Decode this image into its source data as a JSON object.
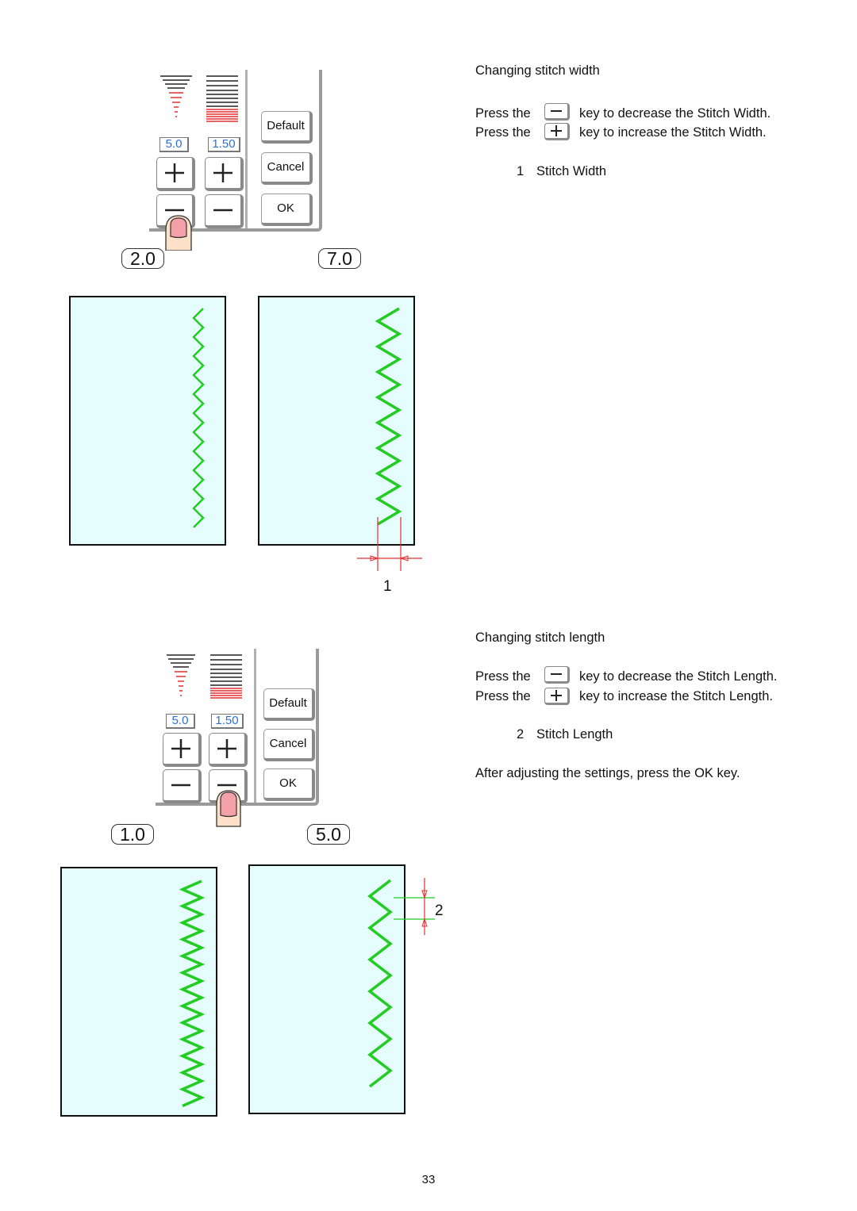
{
  "section_width": {
    "heading": "Changing stitch width",
    "line1_prefix": "Press the",
    "line1_suffix": "key to decrease the Stitch Width.",
    "line2_prefix": "Press the",
    "line2_suffix": "key to increase the Stitch Width.",
    "legend_num": "1",
    "legend_label": "Stitch Width",
    "panel": {
      "width_value": "5.0",
      "length_value": "1.50",
      "default_label": "Default",
      "cancel_label": "Cancel",
      "ok_label": "OK"
    },
    "badge_left": "2.0",
    "badge_right": "7.0",
    "callout": "1"
  },
  "section_length": {
    "heading": "Changing stitch length",
    "line1_prefix": "Press the",
    "line1_suffix": "key to decrease the Stitch Length.",
    "line2_prefix": "Press the",
    "line2_suffix": "key to increase the Stitch Length.",
    "legend_num": "2",
    "legend_label": "Stitch Length",
    "after": "After adjusting the settings, press the OK key.",
    "panel": {
      "width_value": "5.0",
      "length_value": "1.50",
      "default_label": "Default",
      "cancel_label": "Cancel",
      "ok_label": "OK"
    },
    "badge_left": "1.0",
    "badge_right": "5.0",
    "callout": "2"
  },
  "page_number": "33",
  "colors": {
    "stitch": "#22cc22",
    "fabric": "#e6fdfd",
    "value_text": "#2e6fd6",
    "dimension": "#e03030",
    "finger": "#f4a0a8"
  },
  "icons": [
    "plus-key-icon",
    "minus-key-icon",
    "finger-icon",
    "width-gauge-icon",
    "length-gauge-icon"
  ]
}
